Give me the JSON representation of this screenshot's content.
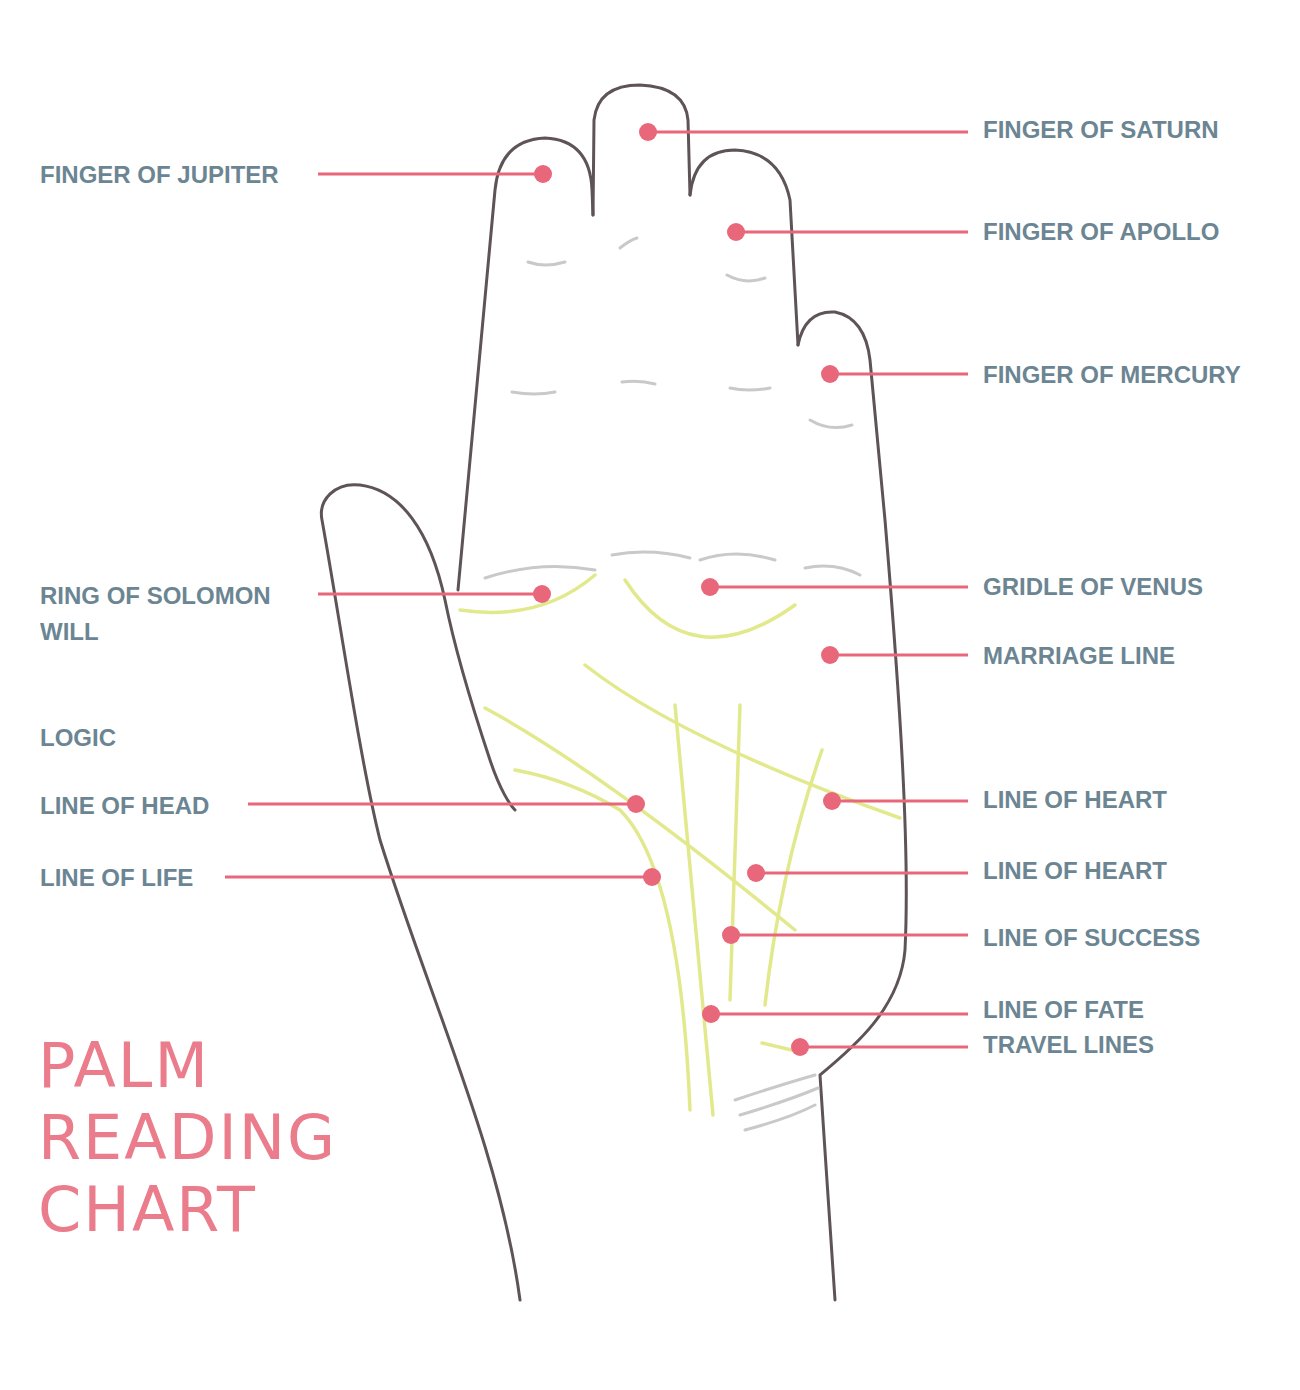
{
  "diagram": {
    "title": "PALM READING CHART",
    "labels": [
      "FINGER OF JUPITER",
      "FINGER OF SATURN",
      "FINGER OF APOLLO",
      "FINGER OF MERCURY",
      "RING OF SOLOMON",
      "WILL",
      "GRIDLE OF VENUS",
      "MARRIAGE LINE",
      "LOGIC",
      "LINE OF HEAD",
      "LINE OF HEART",
      "LINE OF LIFE",
      "LINE OF HEART",
      "LINE OF SUCCESS",
      "LINE OF FATE",
      "TRAVEL LINES"
    ]
  }
}
